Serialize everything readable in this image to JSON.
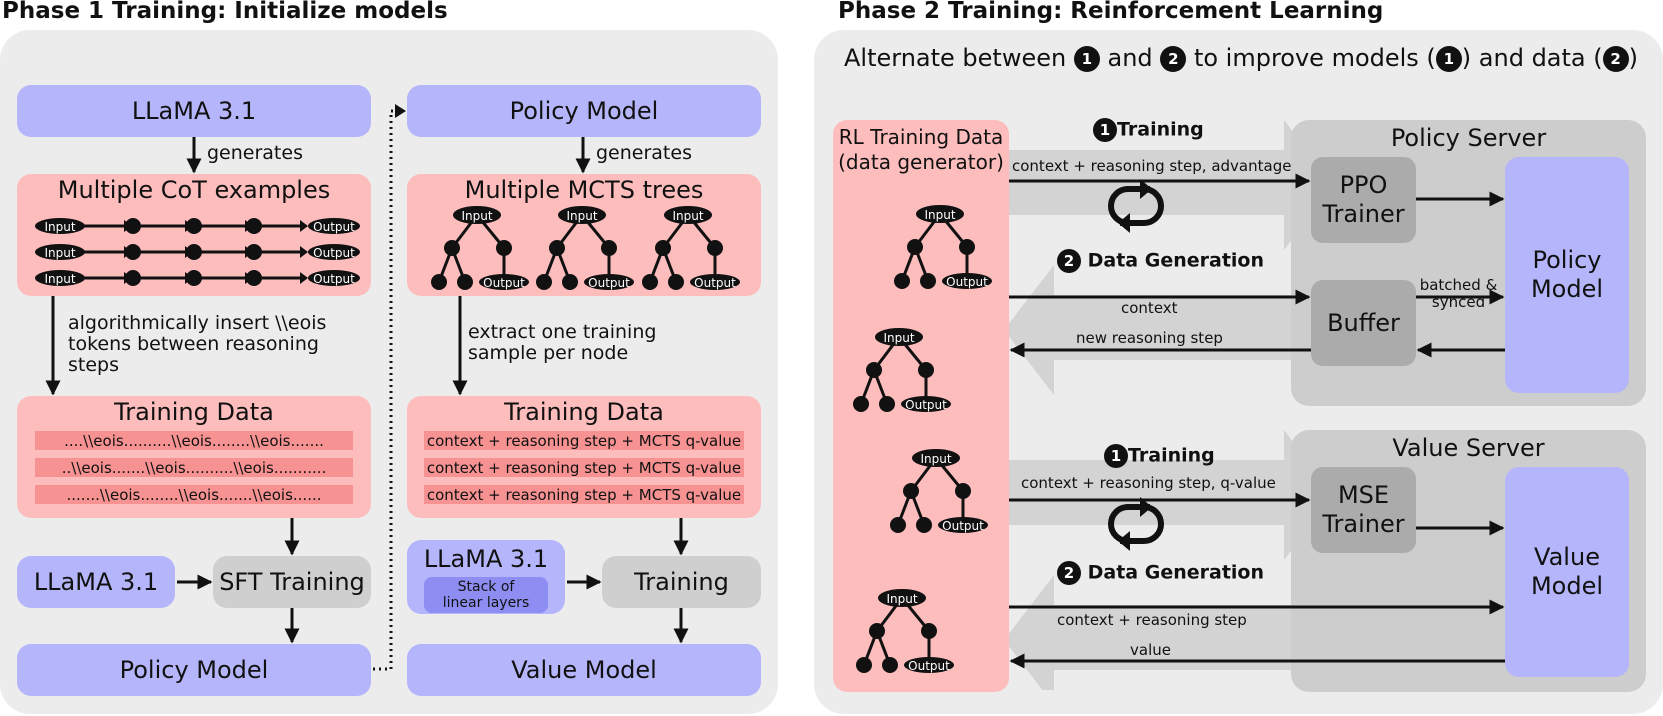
{
  "phase1": {
    "heading": "Phase 1 Training: Initialize models",
    "llama_top": "LLaMA 3.1",
    "generates": "generates",
    "cot_title": "Multiple CoT examples",
    "input": "Input",
    "output": "Output",
    "insert_text": "algorithmically insert \\\\eois tokens between reasoning steps",
    "training_data_title": "Training Data",
    "strips": [
      "....\\\\eois..........\\\\eois........\\\\eois.......",
      "..\\\\eois.......\\\\eois..........\\\\eois...........",
      ".......\\\\eois........\\\\eois.......\\\\eois......"
    ],
    "llama_bottom": "LLaMA 3.1",
    "sft": "SFT Training",
    "policy_model": "Policy Model"
  },
  "phase1b": {
    "policy_model_top": "Policy Model",
    "generates": "generates",
    "mcts_title": "Multiple MCTS trees",
    "extract_text": "extract one training sample per node",
    "training_data_title": "Training Data",
    "strips": [
      "context + reasoning step + MCTS q-value",
      "context + reasoning step + MCTS q-value",
      "context + reasoning step + MCTS q-value"
    ],
    "llama": "LLaMA 3.1",
    "stack": "Stack of linear layers",
    "training": "Training",
    "value_model": "Value Model"
  },
  "phase2": {
    "heading": "Phase 2 Training: Reinforcement Learning",
    "alt_a": "Alternate between",
    "alt_and": "and",
    "alt_b": "to improve models (",
    "alt_c": ") and data (",
    "alt_d": ")",
    "num1": "1",
    "num2": "2",
    "rl_data_title": "RL Training Data (data generator)",
    "training_label": "Training",
    "datagen_label": "Data Generation",
    "policy_server": "Policy Server",
    "ppo": "PPO Trainer",
    "buffer": "Buffer",
    "policy_model": "Policy Model",
    "batched": "batched & synced",
    "p_ctx_adv": "context + reasoning step, advantage",
    "p_context": "context",
    "p_new_step": "new reasoning step",
    "value_server": "Value Server",
    "mse": "MSE Trainer",
    "value_model": "Value Model",
    "v_ctx_q": "context + reasoning step, q-value",
    "v_ctx": "context + reasoning step",
    "v_value": "value"
  },
  "colors": {
    "blue": "#b5b5fb",
    "pink": "#fdbdbd",
    "strip": "#f79292",
    "panel": "#ececec",
    "server": "#cdcdcd",
    "trainer": "#ababab"
  }
}
